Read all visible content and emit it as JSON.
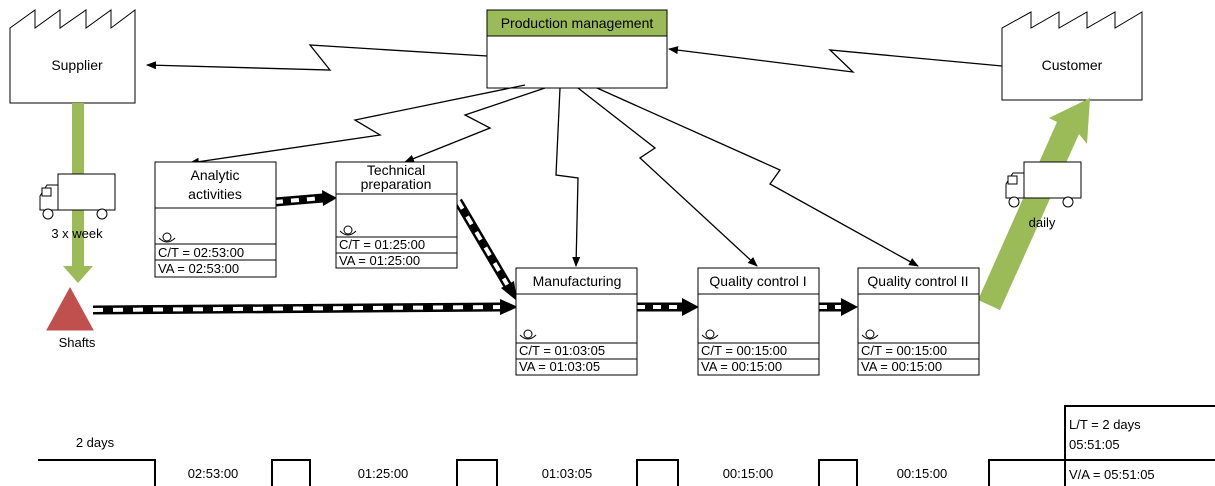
{
  "production_management": {
    "title": "Production management",
    "header_color": "#9bbb59"
  },
  "supplier": {
    "label": "Supplier"
  },
  "customer": {
    "label": "Customer"
  },
  "supplier_delivery": {
    "frequency": "3 x week"
  },
  "customer_delivery": {
    "frequency": "daily"
  },
  "inventory": {
    "label": "Shafts",
    "color": "#c0504d"
  },
  "accent_color": "#9bbb59",
  "processes": [
    {
      "title_line1": "Analytic",
      "title_line2": "activities",
      "ct": "C/T = 02:53:00",
      "va": "VA = 02:53:00"
    },
    {
      "title_line1": "Technical",
      "title_line2": "preparation",
      "ct": "C/T = 01:25:00",
      "va": "VA = 01:25:00"
    },
    {
      "title_line1": "Manufacturing",
      "title_line2": "",
      "ct": "C/T = 01:03:05",
      "va": "VA = 01:03:05"
    },
    {
      "title_line1": "Quality control I",
      "title_line2": "",
      "ct": "C/T = 00:15:00",
      "va": "VA = 00:15:00"
    },
    {
      "title_line1": "Quality control II",
      "title_line2": "",
      "ct": "C/T = 00:15:00",
      "va": "VA = 00:15:00"
    }
  ],
  "timeline": {
    "wait_label": "2 days",
    "steps": [
      "02:53:00",
      "01:25:00",
      "01:03:05",
      "00:15:00",
      "00:15:00"
    ],
    "lead_time": "L/T = 2 days",
    "lead_time_value": "05:51:05",
    "value_added": "V/A = 05:51:05"
  }
}
